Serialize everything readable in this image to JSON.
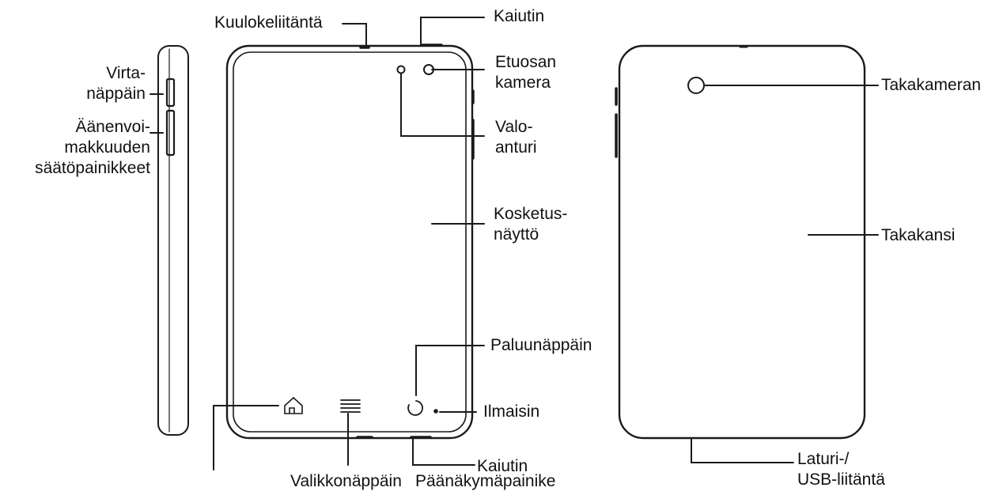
{
  "labels": {
    "kuulokeliitanta": "Kuulokeliitäntä",
    "kaiutin_top": "Kaiutin",
    "etuosan_kamera": "Etuosan\nkamera",
    "virtanappain": "Virta-\nnäppäin",
    "aanenvoimakkuus": "Äänenvoi-\nmakkuuden\nsäätöpainikkeet",
    "valoanturi": "Valo-\nanturi",
    "kosketusnaytto": "Kosketus-\nnäyttö",
    "paluunappain": "Paluunäppäin",
    "ilmaisin": "Ilmaisin",
    "kaiutin_bottom": "Kaiutin",
    "valikkonappain": "Valikkonäppäin",
    "paanakymapainike": "Päänäkymäpainike",
    "takakameran": "Takakameran",
    "takakansi": "Takakansi",
    "laturi_usb": "Laturi-/\nUSB-liitäntä"
  },
  "colors": {
    "line": "#1a1a1a",
    "text": "#111111",
    "background": "#ffffff"
  }
}
